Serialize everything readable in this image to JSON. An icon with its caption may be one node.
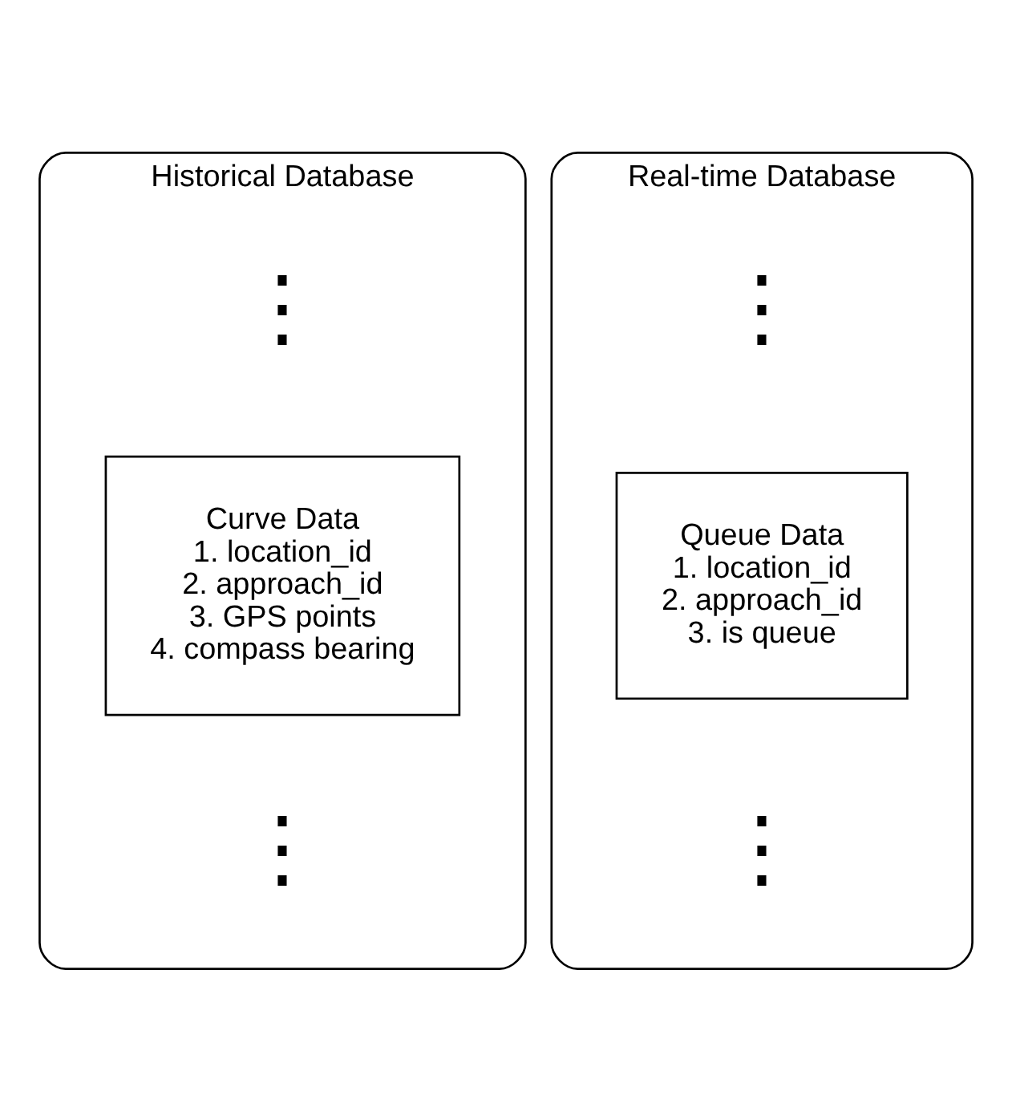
{
  "diagram": {
    "nodes": [
      {
        "text": [
          "Historical Database"
        ]
      },
      {
        "text": [
          "Curve Data",
          "1. location_id",
          "2. approach_id",
          "3. GPS points",
          "4. compass bearing"
        ],
        "in": 0
      },
      {
        "text": [
          "Real-time Database"
        ]
      },
      {
        "text": [
          "Queue Data",
          "1. location_id",
          "2. approach_id",
          "3. is queue"
        ],
        "in": 2
      }
    ],
    "edges": [],
    "labels": [
      "⋮",
      "⋮",
      "⋮",
      "⋮"
    ]
  }
}
